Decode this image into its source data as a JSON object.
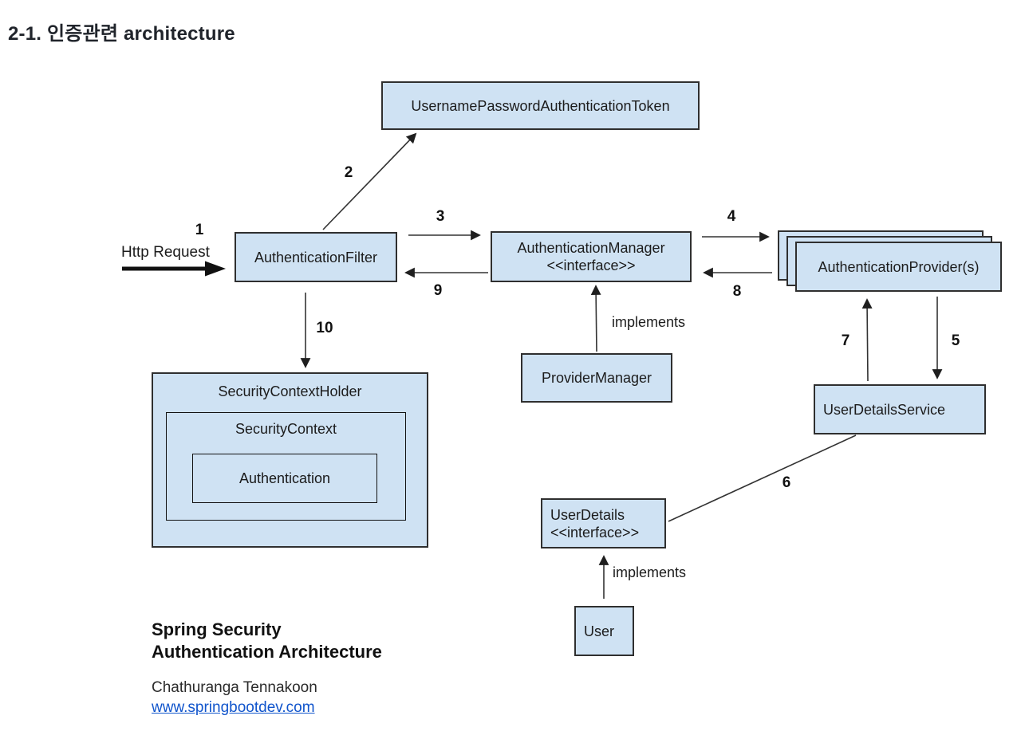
{
  "page": {
    "heading": "2-1. 인증관련 architecture"
  },
  "diagram": {
    "nodes": {
      "token": {
        "label": "UsernamePasswordAuthenticationToken"
      },
      "filter": {
        "label": "AuthenticationFilter"
      },
      "manager": {
        "label": "AuthenticationManager",
        "stereotype": "<<interface>>"
      },
      "providers": {
        "label": "AuthenticationProvider(s)"
      },
      "provider_manager": {
        "label": "ProviderManager"
      },
      "security_context_holder": {
        "label": "SecurityContextHolder"
      },
      "security_context": {
        "label": "SecurityContext"
      },
      "authentication": {
        "label": "Authentication"
      },
      "user_details_service": {
        "label": "UserDetailsService"
      },
      "user_details": {
        "label": "UserDetails",
        "stereotype": "<<interface>>"
      },
      "user": {
        "label": "User"
      }
    },
    "labels": {
      "http_request": "Http Request",
      "implements_top": "implements",
      "implements_bottom": "implements",
      "step1": "1",
      "step2": "2",
      "step3": "3",
      "step4": "4",
      "step5": "5",
      "step6": "6",
      "step7": "7",
      "step8": "8",
      "step9": "9",
      "step10": "10"
    },
    "colors": {
      "node_fill": "#cfe2f3",
      "node_border": "#2f2f2f",
      "arrow": "#333333",
      "link": "#1155cc"
    }
  },
  "footer": {
    "caption_line1": "Spring Security",
    "caption_line2": "Authentication Architecture",
    "author": "Chathuranga Tennakoon",
    "link": "www.springbootdev.com"
  }
}
